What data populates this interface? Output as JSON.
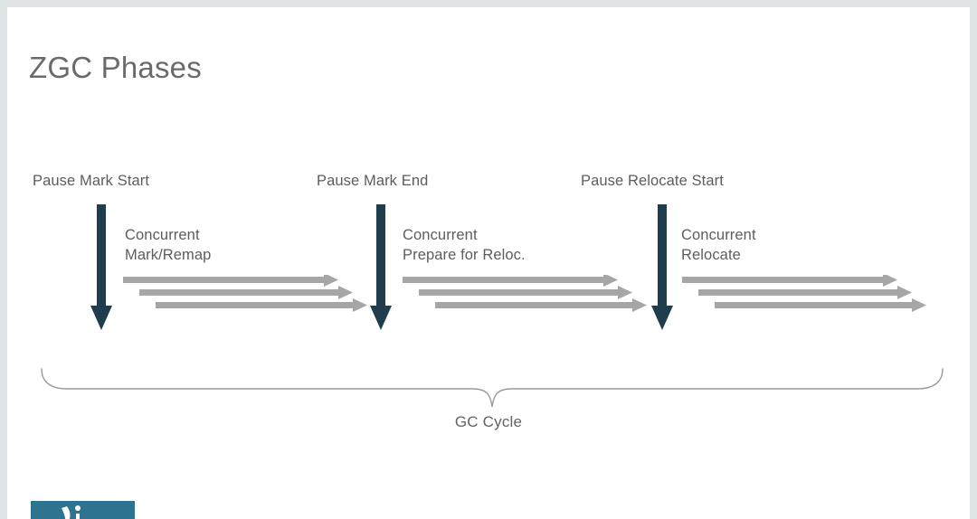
{
  "slide": {
    "title": "ZGC Phases",
    "background_color": "#ffffff",
    "surround_color": "#dfe4e6"
  },
  "colors": {
    "title_text": "#6a6a6a",
    "body_text": "#5d5d5d",
    "pause_arrow": "#1f3d4d",
    "concurrent_arrow": "#a6a6a6",
    "brace_stroke": "#9a9a9a",
    "logo_badge": "#2e7491"
  },
  "phases": [
    {
      "id": "mark",
      "pause_label": "Pause Mark Start",
      "concurrent_label_line1": "Concurrent",
      "concurrent_label_line2": "Mark/Remap",
      "pause_arrow_icon": "down-arrow-icon",
      "concurrent_arrow_icon": "right-arrow-icon",
      "concurrent_arrow_count": 3
    },
    {
      "id": "prepare",
      "pause_label": "Pause Mark End",
      "concurrent_label_line1": "Concurrent",
      "concurrent_label_line2": "Prepare for Reloc.",
      "pause_arrow_icon": "down-arrow-icon",
      "concurrent_arrow_icon": "right-arrow-icon",
      "concurrent_arrow_count": 3
    },
    {
      "id": "relocate",
      "pause_label": "Pause Relocate Start",
      "concurrent_label_line1": "Concurrent",
      "concurrent_label_line2": "Relocate",
      "pause_arrow_icon": "down-arrow-icon",
      "concurrent_arrow_icon": "right-arrow-icon",
      "concurrent_arrow_count": 3
    }
  ],
  "cycle": {
    "caption": "GC Cycle",
    "brace_icon": "curly-brace-icon"
  },
  "logo": {
    "icon": "company-logo-icon"
  }
}
